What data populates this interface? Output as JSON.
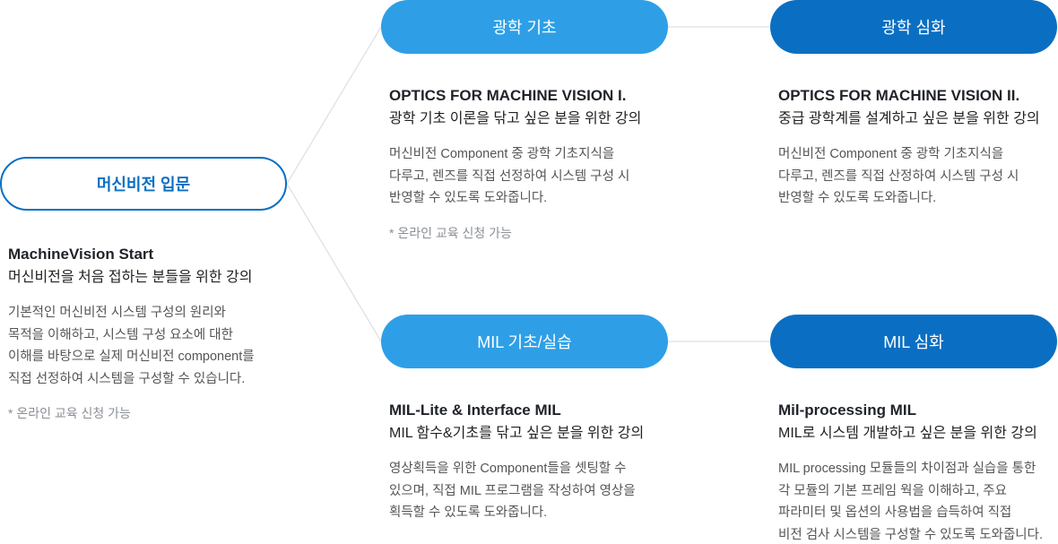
{
  "start": {
    "button_label": "머신비전 입문",
    "title_en": "MachineVision Start",
    "title_ko": "머신비전을 처음 접하는 분들을 위한 강의",
    "desc": [
      "기본적인 머신비전 시스템 구성의 원리와",
      "목적을 이해하고, 시스템 구성 요소에 대한",
      "이해를 바탕으로 실제 머신비전 component를",
      "직접 선정하여 시스템을 구성할 수 있습니다."
    ],
    "note": "* 온라인 교육 신청 가능"
  },
  "optics_basic": {
    "button_label": "광학 기초",
    "title_en": "OPTICS FOR MACHINE VISION I.",
    "title_ko": "광학 기초 이론을 닦고 싶은 분을 위한 강의",
    "desc": [
      "머신비전 Component 중 광학 기초지식을",
      "다루고, 렌즈를 직접 선정하여 시스템 구성 시",
      "반영할 수 있도록 도와줍니다."
    ],
    "note": "* 온라인 교육 신청 가능"
  },
  "optics_adv": {
    "button_label": "광학 심화",
    "title_en": "OPTICS FOR MACHINE VISION II.",
    "title_ko": "중급 광학계를 설계하고 싶은 분을 위한 강의",
    "desc": [
      "머신비전 Component 중 광학 기초지식을",
      "다루고, 렌즈를 직접 산정하여 시스템 구성 시",
      "반영할 수 있도록 도와줍니다."
    ]
  },
  "mil_basic": {
    "button_label": "MIL 기초/실습",
    "title_en": "MIL-Lite & Interface MIL",
    "title_ko": "MIL 함수&기초를 닦고 싶은 분을 위한 강의",
    "desc": [
      "영상획득을 위한 Component들을 셋팅할 수",
      "있으며, 직접 MIL 프로그램을 작성하여 영상을",
      "획득할 수 있도록 도와줍니다."
    ]
  },
  "mil_adv": {
    "button_label": "MIL 심화",
    "title_en": "Mil-processing MIL",
    "title_ko": "MIL로 시스템 개발하고 싶은 분을 위한 강의",
    "desc": [
      "MIL processing 모듈들의 차이점과 실습을 통한",
      "각 모듈의 기본 프레임 웍을 이해하고, 주요",
      "파라미터 및 옵션의 사용법을 습득하여 직접",
      "비전 검사 시스템을 구성할 수 있도록 도와줍니다."
    ]
  }
}
